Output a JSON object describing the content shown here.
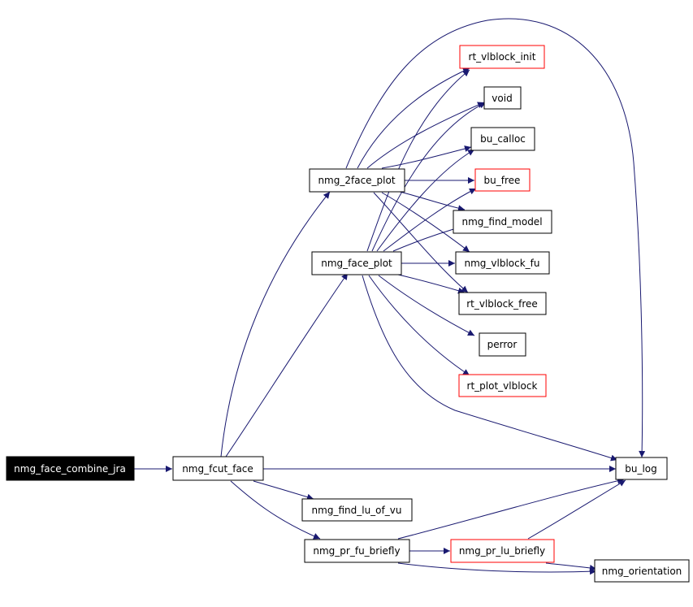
{
  "colors": {
    "edge": "#191970",
    "node_border": "#000000",
    "external_border": "#ff0000",
    "root_fill": "#000000",
    "root_text": "#ffffff"
  },
  "nodes": {
    "root": {
      "label": "nmg_face_combine_jra"
    },
    "fcut": {
      "label": "nmg_fcut_face"
    },
    "twoface": {
      "label": "nmg_2face_plot"
    },
    "faceplot": {
      "label": "nmg_face_plot"
    },
    "vlinit": {
      "label": "rt_vlblock_init"
    },
    "void": {
      "label": "void"
    },
    "calloc": {
      "label": "bu_calloc"
    },
    "free": {
      "label": "bu_free"
    },
    "findmodel": {
      "label": "nmg_find_model"
    },
    "vlfu": {
      "label": "nmg_vlblock_fu"
    },
    "vlfree": {
      "label": "rt_vlblock_free"
    },
    "perror": {
      "label": "perror"
    },
    "plotvl": {
      "label": "rt_plot_vlblock"
    },
    "bulog": {
      "label": "bu_log"
    },
    "findlu": {
      "label": "nmg_find_lu_of_vu"
    },
    "prfu": {
      "label": "nmg_pr_fu_briefly"
    },
    "prlu": {
      "label": "nmg_pr_lu_briefly"
    },
    "orient": {
      "label": "nmg_orientation"
    }
  }
}
